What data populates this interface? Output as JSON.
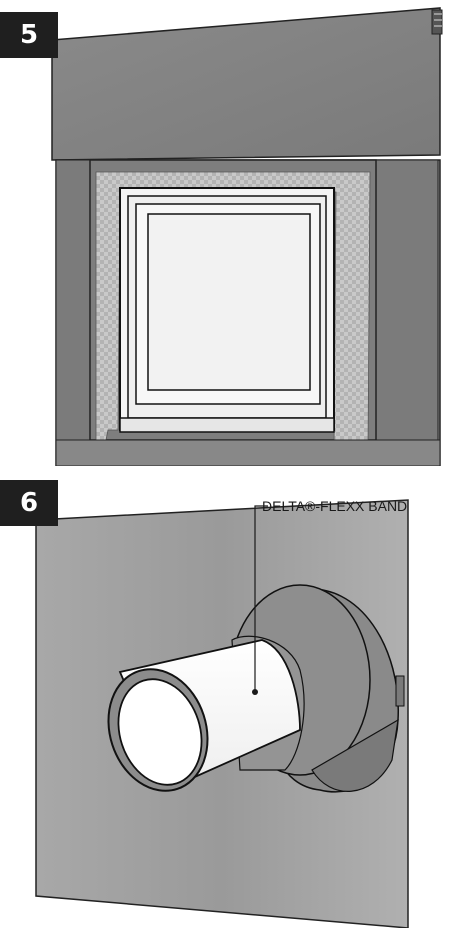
{
  "panels": [
    {
      "step": "5",
      "illustration": "window-opening-with-tape"
    },
    {
      "step": "6",
      "illustration": "pipe-penetration-with-flexx-band",
      "callout": "DELTA®-FLEXX BAND"
    }
  ]
}
